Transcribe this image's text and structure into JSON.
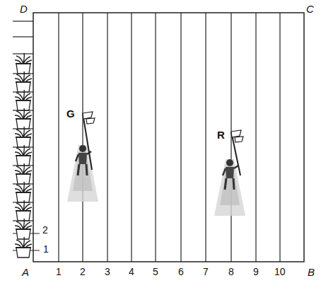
{
  "diagram": {
    "labels": [
      "D",
      "C",
      "A",
      "B",
      "1",
      "2",
      "3",
      "4",
      "5",
      "6",
      "7",
      "8",
      "9",
      "10",
      "2",
      "1",
      "G",
      "R"
    ]
  }
}
